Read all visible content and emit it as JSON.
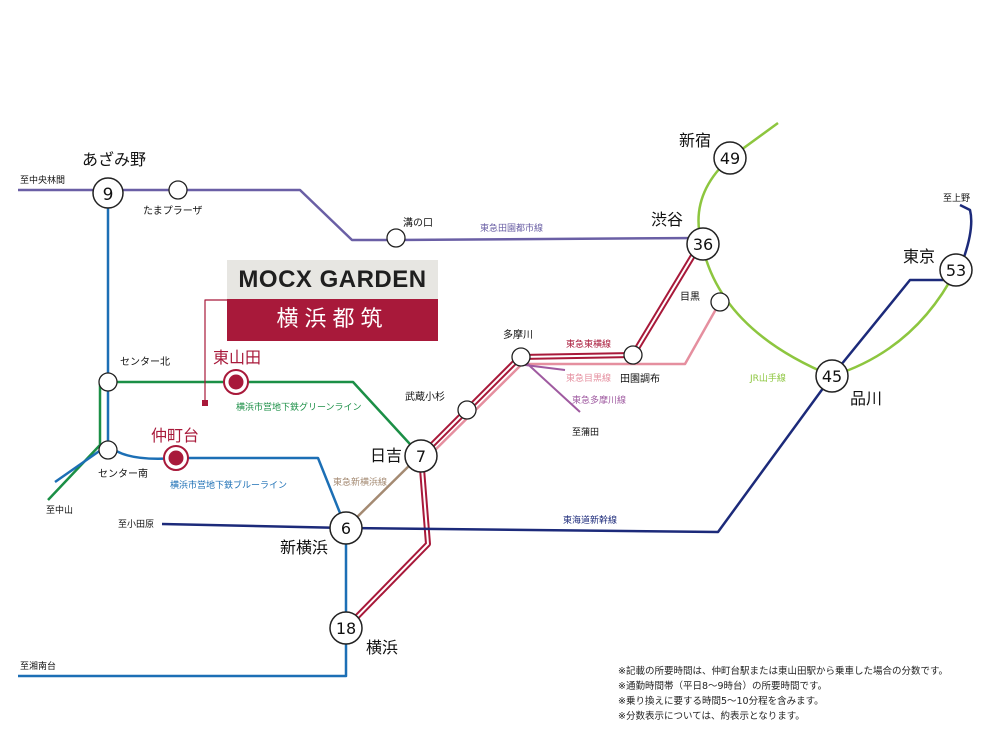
{
  "brand": {
    "logo_text": "MOCX GARDEN",
    "subtitle": "横浜都筑"
  },
  "colors": {
    "den_en_toshi": "#6a5fa5",
    "green_line": "#1b8f46",
    "blue_line": "#1c6fb5",
    "toyoko": "#a8193a",
    "meguro": "#e58f9f",
    "tamagawa": "#9f5aa0",
    "shin_yokohama": "#a48a72",
    "tokaido": "#1c2a7a",
    "yamanote": "#8dc63f",
    "highlight": "#a8193a"
  },
  "stations": {
    "azamino": {
      "name": "あざみ野",
      "minutes": "9"
    },
    "tama_plaza": {
      "name": "たまプラーザ"
    },
    "mizonokuchi": {
      "name": "溝の口"
    },
    "shibuya": {
      "name": "渋谷",
      "minutes": "36"
    },
    "shinjuku": {
      "name": "新宿",
      "minutes": "49"
    },
    "meguro": {
      "name": "目黒"
    },
    "tokyo": {
      "name": "東京",
      "minutes": "53"
    },
    "shinagawa": {
      "name": "品川",
      "minutes": "45"
    },
    "center_kita": {
      "name": "センター北"
    },
    "center_minami": {
      "name": "センター南"
    },
    "higashi_yamata": {
      "name": "東山田"
    },
    "nakamachidai": {
      "name": "仲町台"
    },
    "hiyoshi": {
      "name": "日吉",
      "minutes": "7"
    },
    "musashi_kosugi": {
      "name": "武蔵小杉"
    },
    "tamagawa": {
      "name": "多摩川"
    },
    "denenchofu": {
      "name": "田園調布"
    },
    "kamata": {
      "name": "至蒲田"
    },
    "shin_yokohama": {
      "name": "新横浜",
      "minutes": "6"
    },
    "yokohama": {
      "name": "横浜",
      "minutes": "18"
    }
  },
  "lines": {
    "den_en_toshi": "東急田園都市線",
    "green_line": "横浜市営地下鉄グリーンライン",
    "blue_line": "横浜市営地下鉄ブルーライン",
    "toyoko": "東急東横線",
    "meguro": "東急目黒線",
    "tamagawa": "東急多摩川線",
    "shin_yokohama": "東急新横浜線",
    "tokaido": "東海道新幹線",
    "yamanote": "JR山手線"
  },
  "directions": {
    "chuo_rinkan": "至中央林間",
    "nakayama": "至中山",
    "odawara": "至小田原",
    "shonandai": "至湘南台",
    "ueno": "至上野"
  },
  "notes": [
    "※記載の所要時間は、仲町台駅または東山田駅から乗車した場合の分数です。",
    "※通勤時間帯（平日8～9時台）の所要時間です。",
    "※乗り換えに要する時間5～10分程を含みます。",
    "※分数表示については、約表示となります。"
  ]
}
